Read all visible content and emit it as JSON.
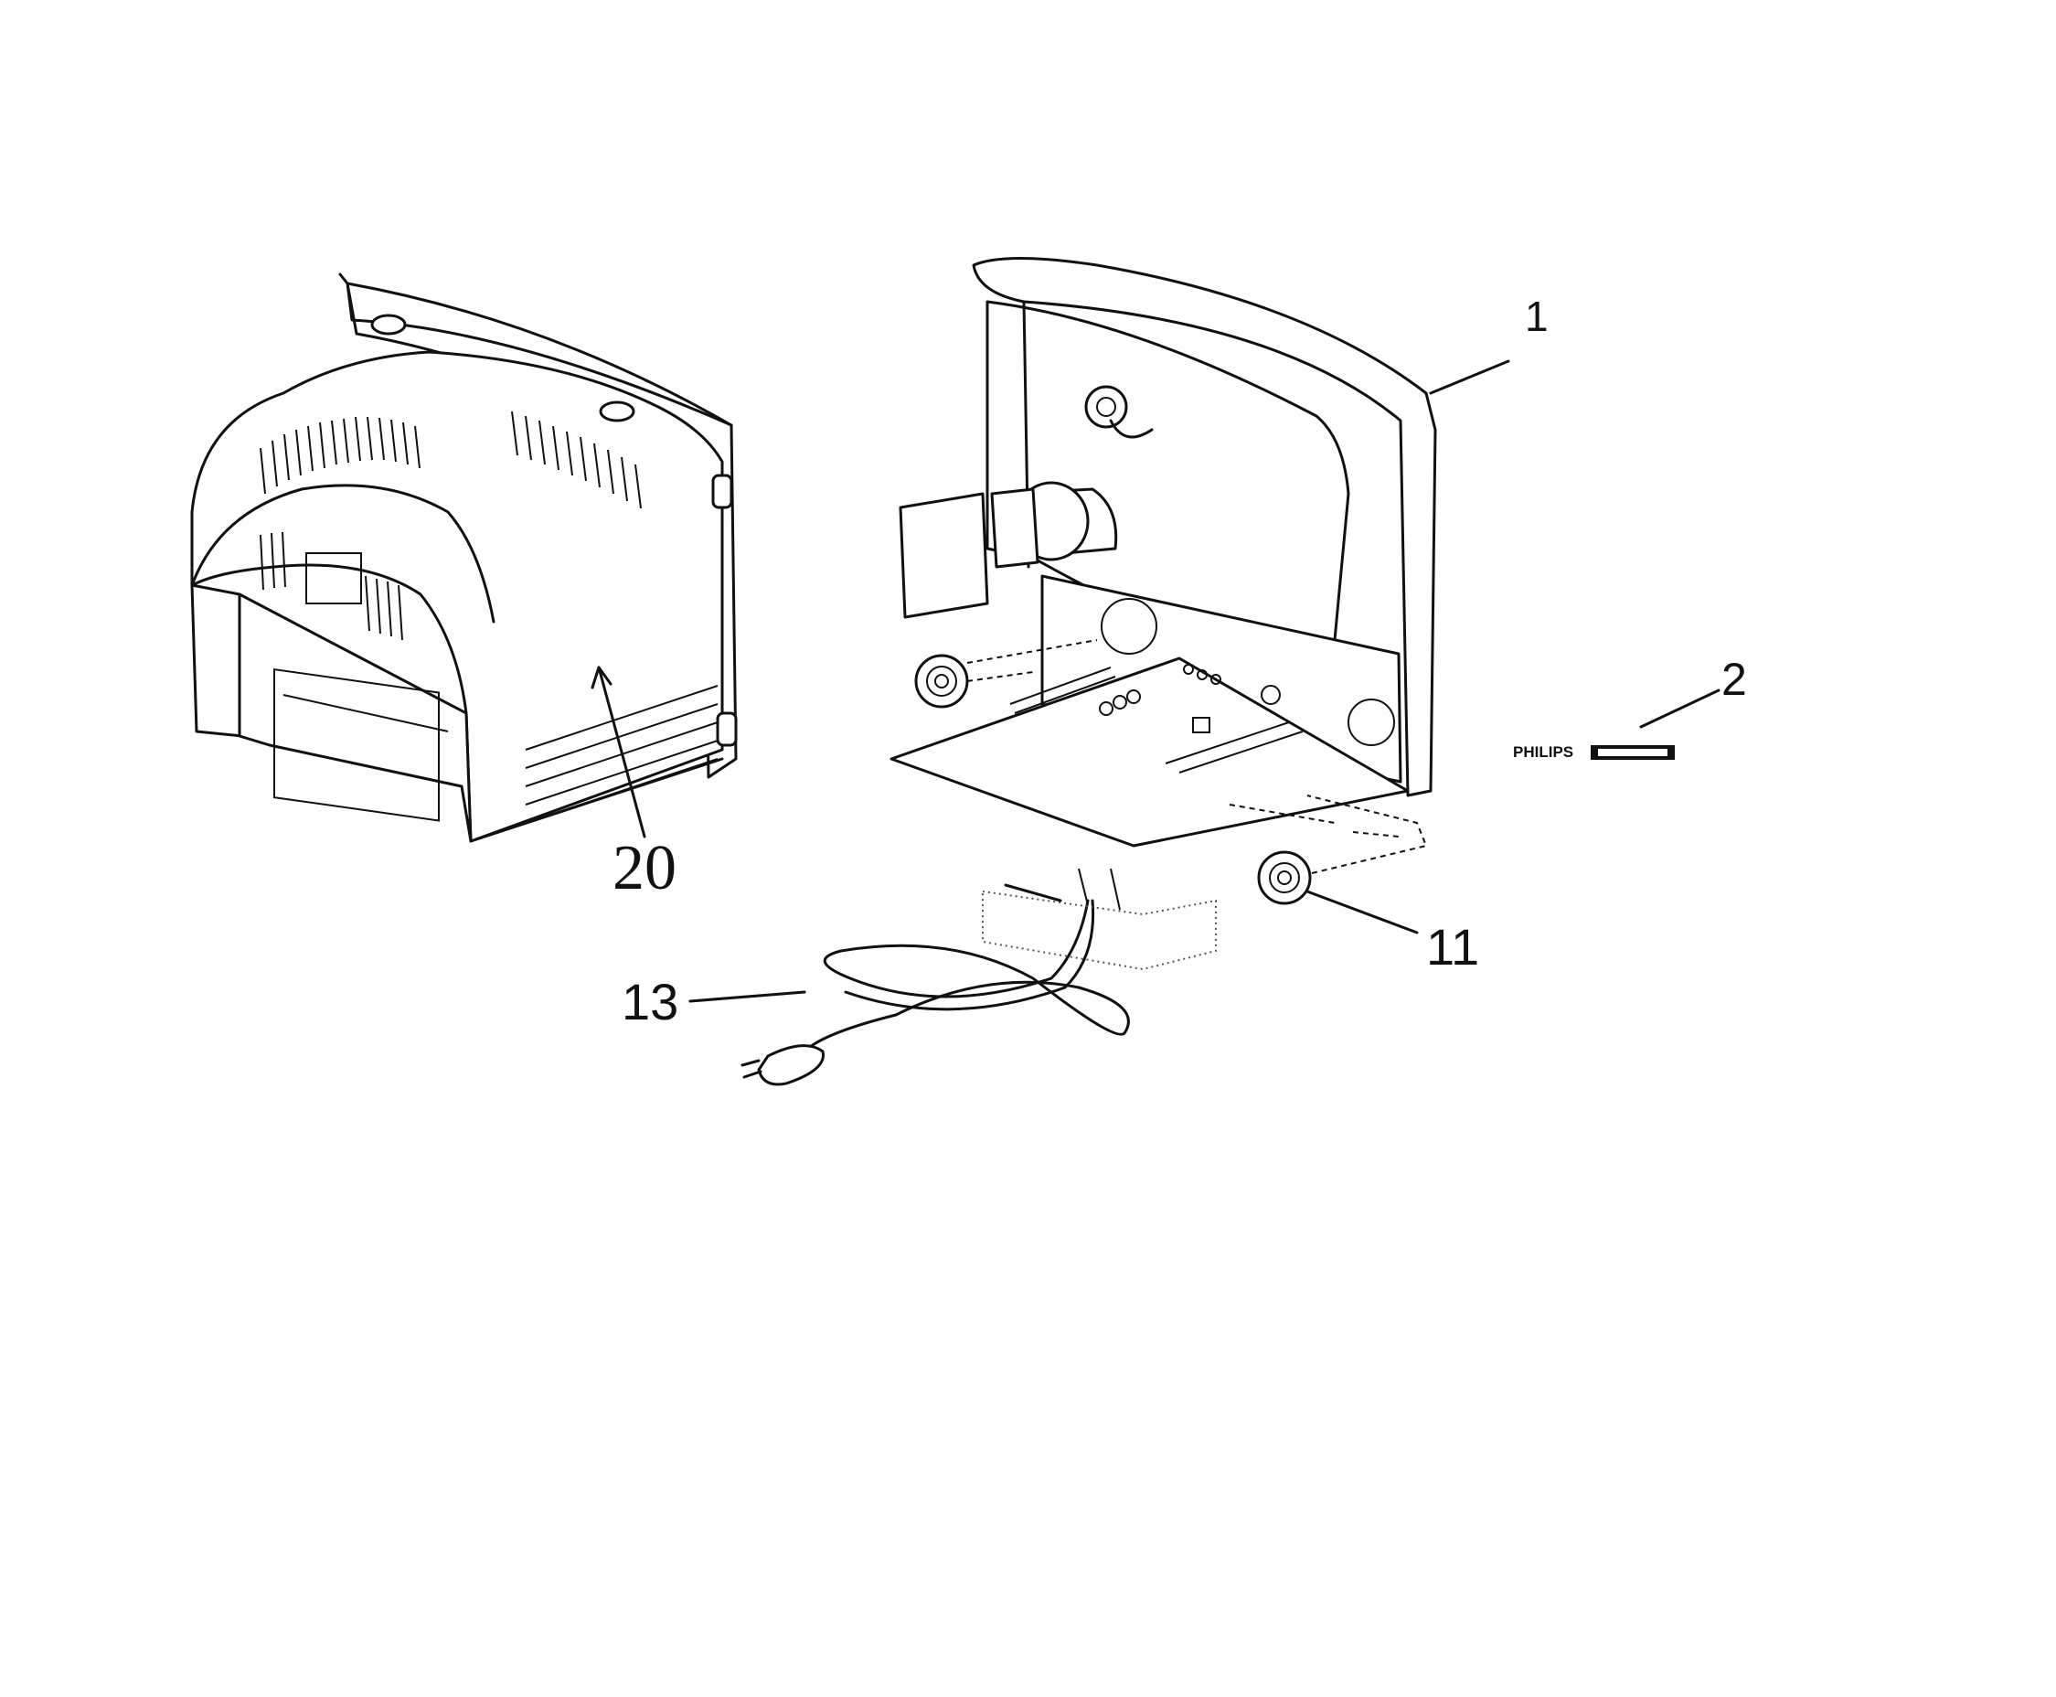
{
  "diagram": {
    "type": "exploded-parts-view",
    "callouts": [
      {
        "id": "1",
        "label": "1"
      },
      {
        "id": "2",
        "label": "2"
      },
      {
        "id": "11",
        "label": "11"
      },
      {
        "id": "13",
        "label": "13"
      },
      {
        "id": "20",
        "label": "20"
      }
    ],
    "badge_text": "PHILIPS"
  },
  "colors": {
    "ink": "#111111",
    "background": "#ffffff"
  }
}
